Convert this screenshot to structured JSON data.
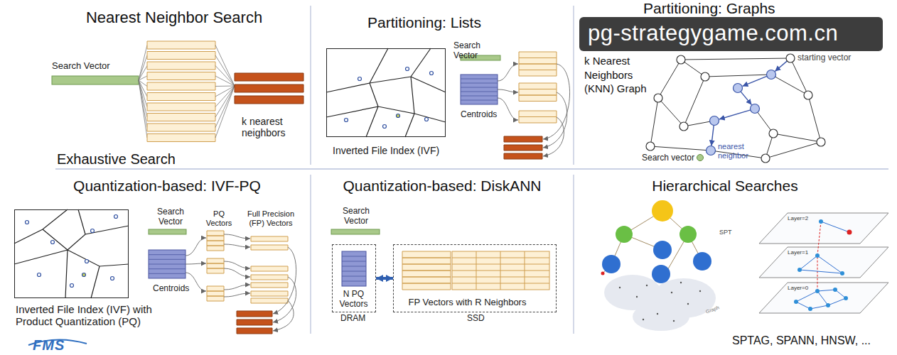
{
  "diagram": {
    "nodes": [
      {
        "text": [
          "Search Vector"
        ]
      },
      {
        "text": [
          "k nearest neighbors"
        ]
      },
      {
        "text": [
          "Search Vector"
        ]
      },
      {
        "text": [
          "Centroids"
        ]
      },
      {
        "text": [
          "Inverted File Index (IVF)"
        ]
      },
      {
        "text": [
          "starting vector"
        ]
      },
      {
        "text": [
          "nearest neighbor"
        ]
      },
      {
        "text": [
          "Search vector"
        ]
      },
      {
        "text": [
          "Inverted File Index (IVF) with Product Quantization (PQ)"
        ]
      },
      {
        "text": [
          "Search Vector"
        ]
      },
      {
        "text": [
          "Centroids"
        ]
      },
      {
        "text": [
          "Search Vector"
        ]
      },
      {
        "text": [
          "DRAM"
        ]
      },
      {
        "text": [
          "N PQ Vectors"
        ],
        "in": 12
      },
      {
        "text": [
          "SSD"
        ]
      },
      {
        "text": [
          "FP Vectors with R Neighbors"
        ],
        "in": 14
      }
    ],
    "edges": [
      {
        "from": 12,
        "to": 14,
        "arrow": "both"
      }
    ],
    "labels": [
      "Nearest Neighbor Search",
      "Exhaustive Search",
      "Partitioning: Lists",
      "Partitioning: Graphs",
      "k Nearest Neighbors (KNN) Graph",
      "pg-strategygame.com.cn",
      "Quantization-based: IVF-PQ",
      "PQ Vectors",
      "Full Precision (FP) Vectors",
      "FMS",
      "Quantization-based: DiskANN",
      "Hierarchical Searches",
      "SPT",
      "Graph",
      "Layer=2",
      "Layer=1",
      "Layer=0",
      "SPTAG, SPANN, HNSW, ..."
    ]
  }
}
